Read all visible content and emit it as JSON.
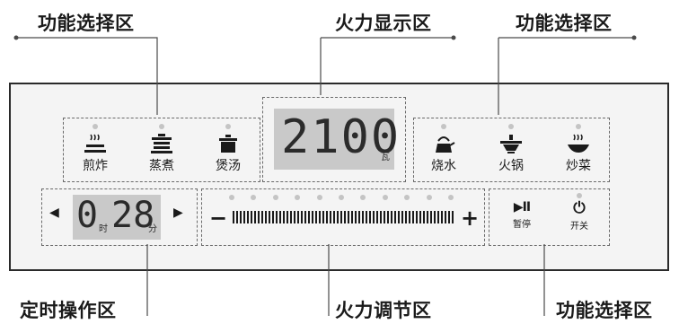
{
  "callouts": {
    "top_left": "功能选择区",
    "top_center": "火力显示区",
    "top_right": "功能选择区",
    "bottom_left": "定时操作区",
    "bottom_center": "火力调节区",
    "bottom_right": "功能选择区"
  },
  "power_display": {
    "value": "2100",
    "unit": "瓦"
  },
  "left_functions": [
    {
      "label": "煎炸",
      "icon": "frying-pan-icon"
    },
    {
      "label": "蒸煮",
      "icon": "steamer-pot-icon"
    },
    {
      "label": "煲汤",
      "icon": "soup-pot-icon"
    }
  ],
  "right_functions": [
    {
      "label": "烧水",
      "icon": "kettle-icon"
    },
    {
      "label": "火锅",
      "icon": "hot-pot-icon"
    },
    {
      "label": "炒菜",
      "icon": "wok-icon"
    }
  ],
  "timer": {
    "hours": "0",
    "hour_unit": "时",
    "minutes": "28",
    "minute_unit": "分",
    "left_arrow": "◀",
    "right_arrow": "▶"
  },
  "power_adjust": {
    "minus": "−",
    "plus": "+",
    "indicator_dots": 11,
    "bar_ticks": 62
  },
  "controls": {
    "pause": {
      "symbol": "▶II",
      "label": "暂停"
    },
    "power": {
      "symbol": "⏻",
      "label": "开关"
    }
  }
}
